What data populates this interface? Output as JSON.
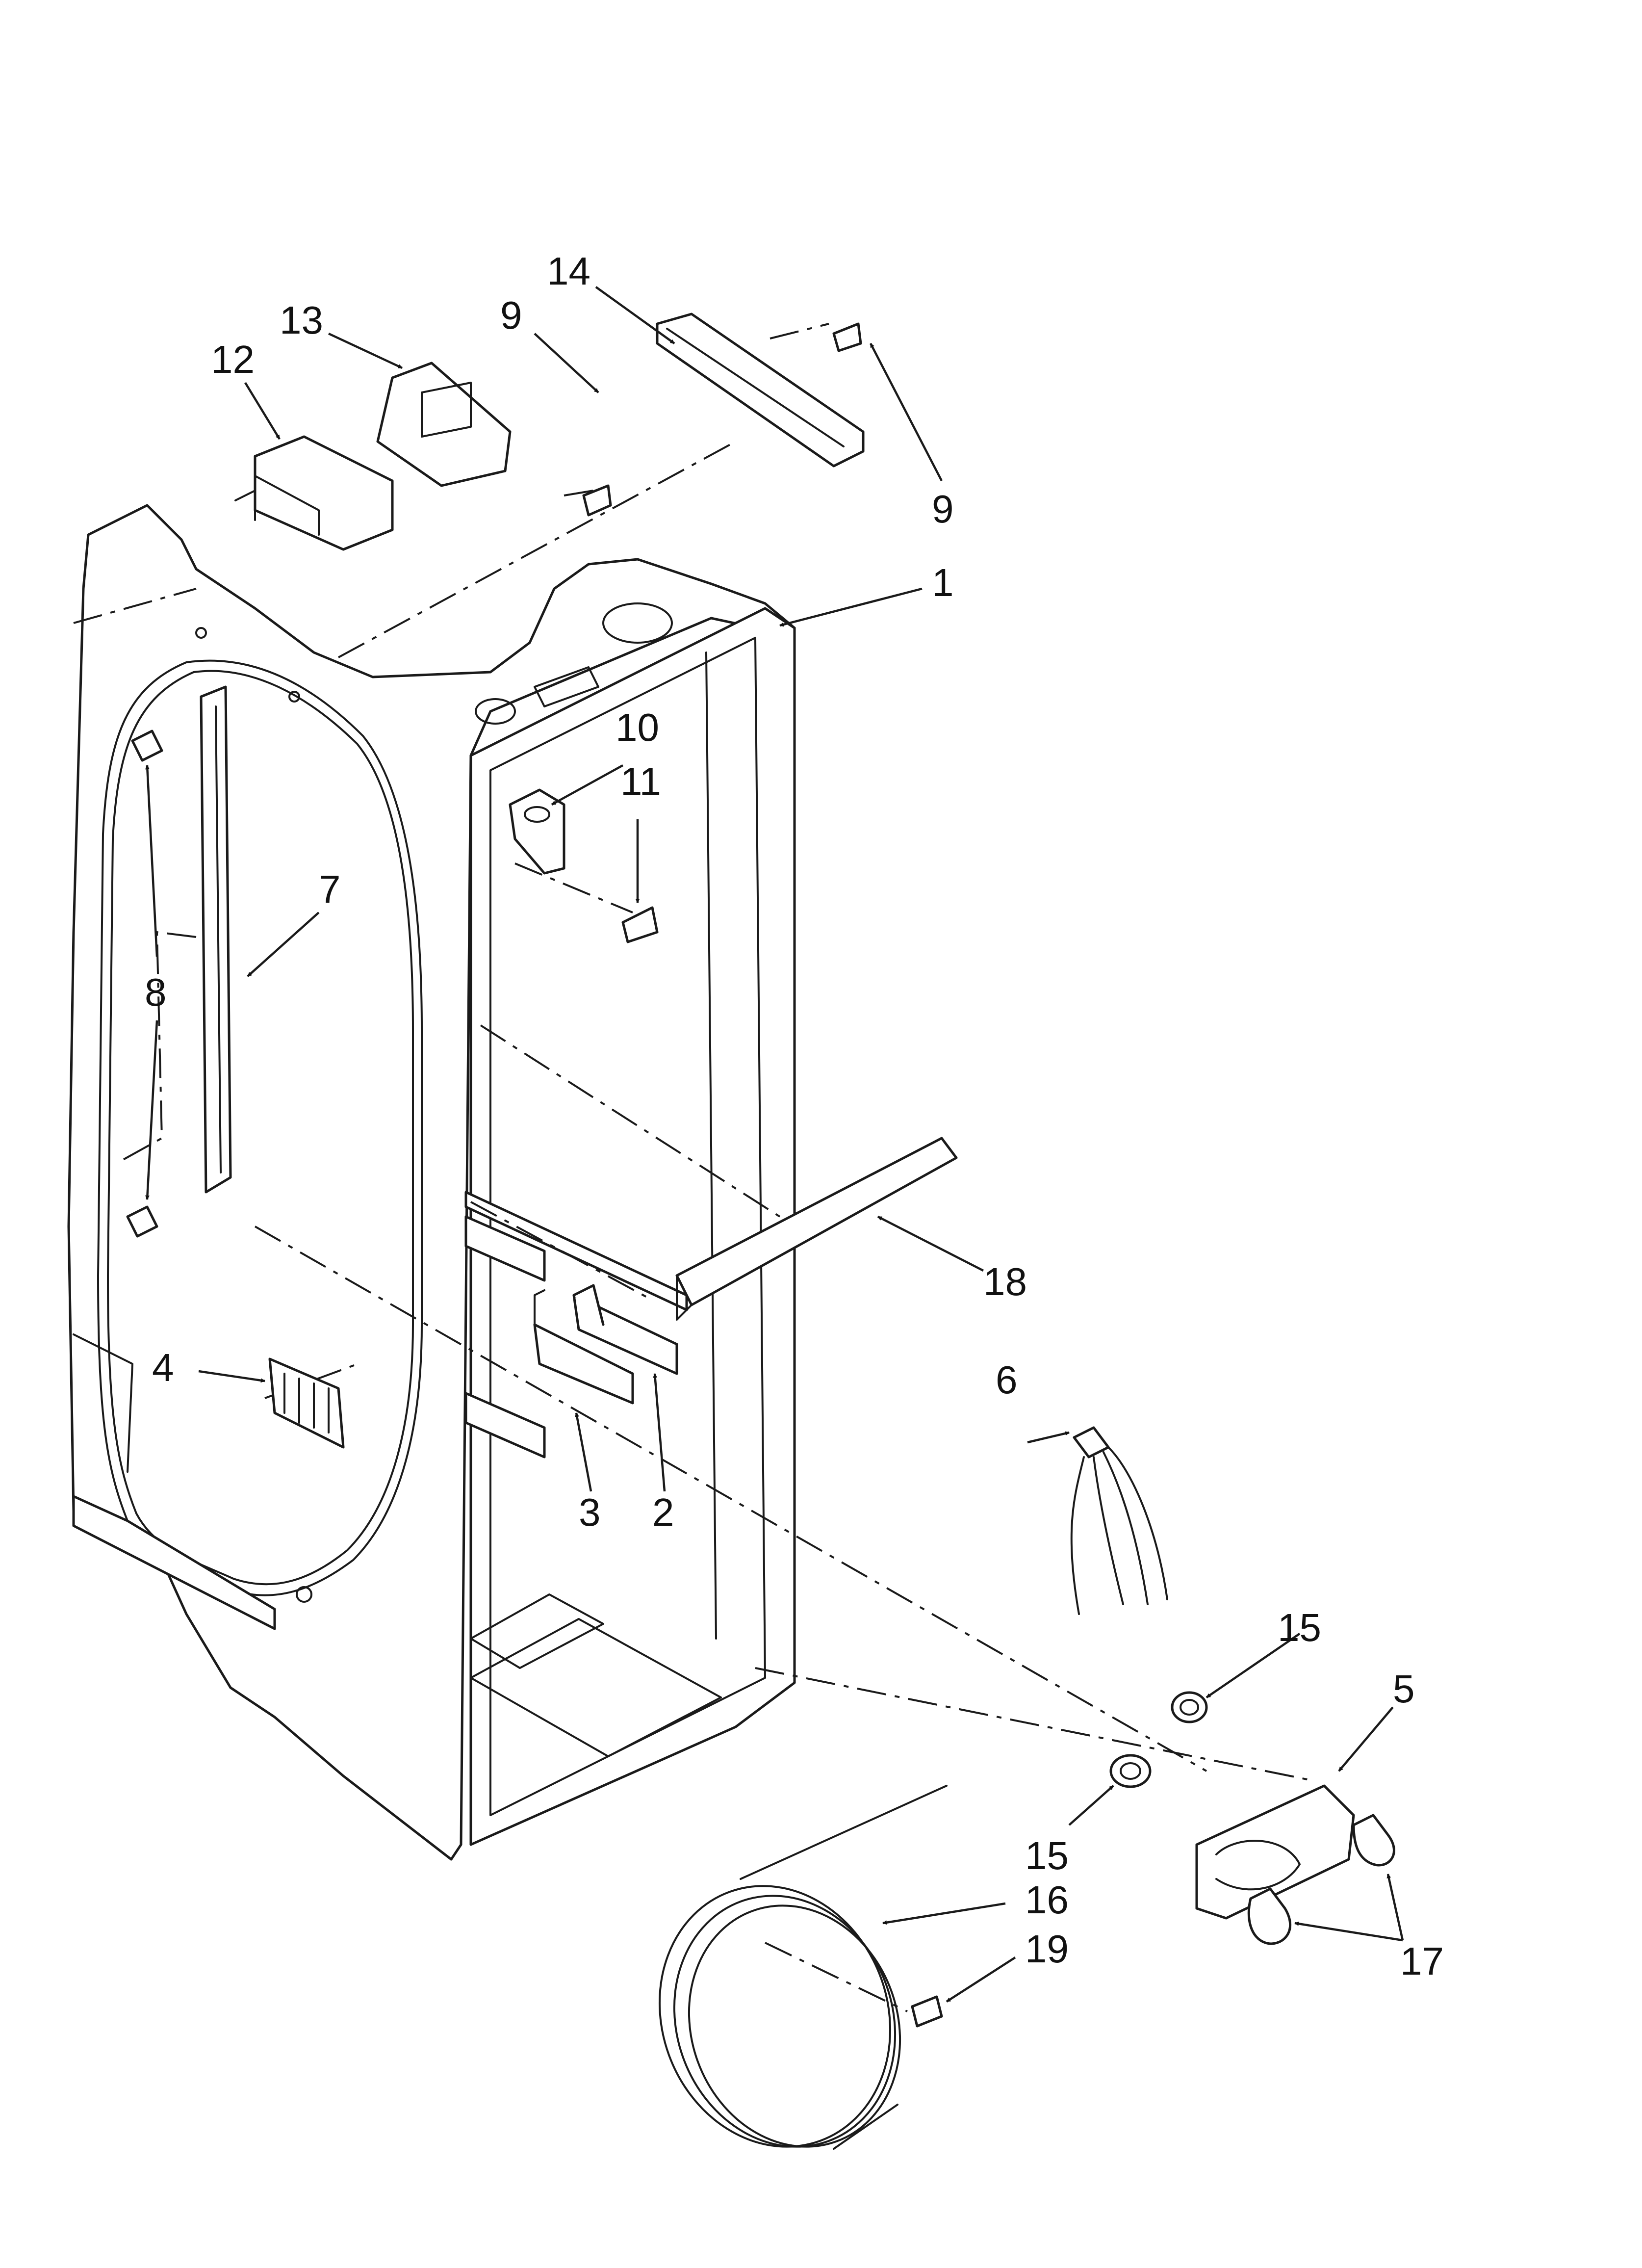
{
  "callouts": [
    {
      "id": "c1",
      "label": "1"
    },
    {
      "id": "c2",
      "label": "2"
    },
    {
      "id": "c3",
      "label": "3"
    },
    {
      "id": "c4",
      "label": "4"
    },
    {
      "id": "c5",
      "label": "5"
    },
    {
      "id": "c6",
      "label": "6"
    },
    {
      "id": "c7",
      "label": "7"
    },
    {
      "id": "c8",
      "label": "8"
    },
    {
      "id": "c9a",
      "label": "9"
    },
    {
      "id": "c9b",
      "label": "9"
    },
    {
      "id": "c10",
      "label": "10"
    },
    {
      "id": "c11",
      "label": "11"
    },
    {
      "id": "c12",
      "label": "12"
    },
    {
      "id": "c13",
      "label": "13"
    },
    {
      "id": "c14",
      "label": "14"
    },
    {
      "id": "c15a",
      "label": "15"
    },
    {
      "id": "c15b",
      "label": "15"
    },
    {
      "id": "c16",
      "label": "16"
    },
    {
      "id": "c17",
      "label": "17"
    },
    {
      "id": "c18",
      "label": "18"
    },
    {
      "id": "c19",
      "label": "19"
    }
  ],
  "colors": {
    "line": "#1a1a1a",
    "background": "#ffffff"
  }
}
